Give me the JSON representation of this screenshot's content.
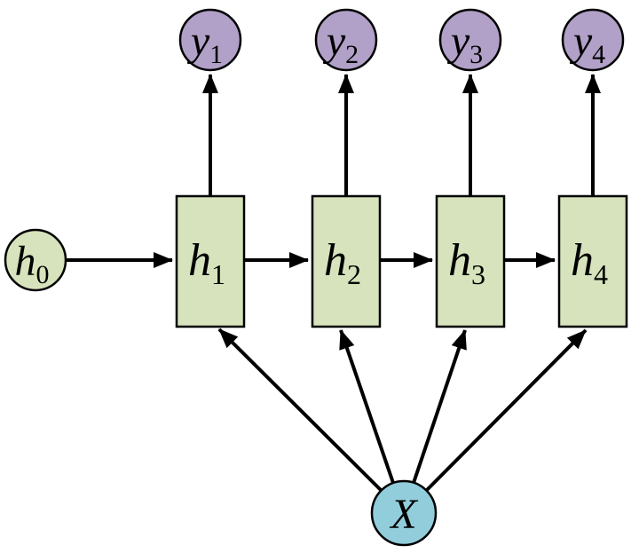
{
  "diagram": {
    "type": "rnn-unrolled-graph",
    "colors": {
      "hidden_fill": "#d6e3bc",
      "output_fill": "#b1a0c7",
      "input_fill": "#92cddc",
      "edge_stroke": "#000000",
      "background": "#ffffff"
    },
    "nodes": {
      "h0": {
        "base": "h",
        "sub": "0",
        "kind": "initial-hidden-state"
      },
      "h1": {
        "base": "h",
        "sub": "1",
        "kind": "hidden-state"
      },
      "h2": {
        "base": "h",
        "sub": "2",
        "kind": "hidden-state"
      },
      "h3": {
        "base": "h",
        "sub": "3",
        "kind": "hidden-state"
      },
      "h4": {
        "base": "h",
        "sub": "4",
        "kind": "hidden-state"
      },
      "y1": {
        "base": "y",
        "sub": "1",
        "kind": "output"
      },
      "y2": {
        "base": "y",
        "sub": "2",
        "kind": "output"
      },
      "y3": {
        "base": "y",
        "sub": "3",
        "kind": "output"
      },
      "y4": {
        "base": "y",
        "sub": "4",
        "kind": "output"
      },
      "x": {
        "base": "X",
        "sub": "",
        "kind": "input"
      }
    },
    "edges": [
      {
        "from": "h0",
        "to": "h1"
      },
      {
        "from": "h1",
        "to": "h2"
      },
      {
        "from": "h2",
        "to": "h3"
      },
      {
        "from": "h3",
        "to": "h4"
      },
      {
        "from": "h1",
        "to": "y1"
      },
      {
        "from": "h2",
        "to": "y2"
      },
      {
        "from": "h3",
        "to": "y3"
      },
      {
        "from": "h4",
        "to": "y4"
      },
      {
        "from": "x",
        "to": "h1"
      },
      {
        "from": "x",
        "to": "h2"
      },
      {
        "from": "x",
        "to": "h3"
      },
      {
        "from": "x",
        "to": "h4"
      }
    ]
  }
}
